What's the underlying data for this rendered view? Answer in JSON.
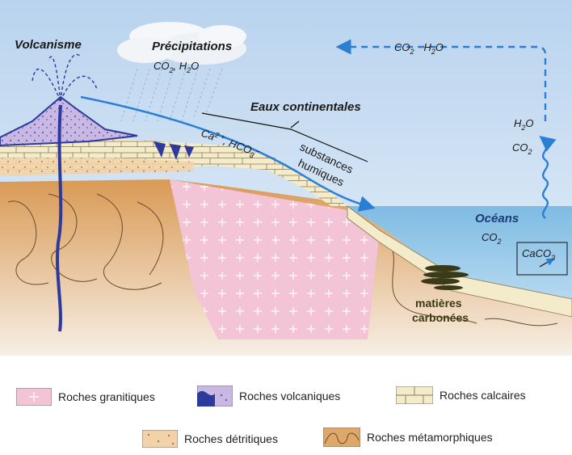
{
  "labels": {
    "volcanism": "Volcanisme",
    "precipitation": "Précipitations",
    "precip_gas_co2": "CO",
    "precip_gas_sub": "2",
    "precip_gas_h2o": ", H",
    "precip_gas_h2o_sub": "2",
    "precip_gas_o": "O",
    "continental_waters": "Eaux continentales",
    "ions": "Ca",
    "ions_sup": "2 +",
    "ions_hco3": ", HCO",
    "ions_hco3_sub": "3",
    "ions_minus": "–",
    "humic_line1": "substances",
    "humic_line2": "humiques",
    "oceans": "Océans",
    "oceans_co2": "CO",
    "oceans_co2_sub": "2",
    "atm_co2": "CO",
    "atm_co2_sub": "2",
    "atm_h2o": "H",
    "atm_h2o_sub": "2",
    "atm_h2o_o": "O",
    "evap_h2o": "H",
    "evap_h2o_sub": "2",
    "evap_h2o_o": "O",
    "evap_co2": "CO",
    "evap_co2_sub": "2",
    "caco3": "CaCO",
    "caco3_sub": "3",
    "carbon_line1": "matières",
    "carbon_line2": "carbonées"
  },
  "legend": [
    {
      "label": "Roches granitiques",
      "pattern": "granite"
    },
    {
      "label": "Roches volcaniques",
      "pattern": "volcanic"
    },
    {
      "label": "Roches calcaires",
      "pattern": "limestone"
    },
    {
      "label": "Roches détritiques",
      "pattern": "detrital"
    },
    {
      "label": "Roches métamorphiques",
      "pattern": "metamorphic"
    }
  ],
  "colors": {
    "sky": "#c9dcef",
    "ocean": "#8fc4e6",
    "granite": "#f2c6d8",
    "metamorphic": "#e0a868",
    "limestone": "#f4ecc8",
    "volcanic": "#2d3a9c",
    "arrow": "#2a7fd4"
  }
}
